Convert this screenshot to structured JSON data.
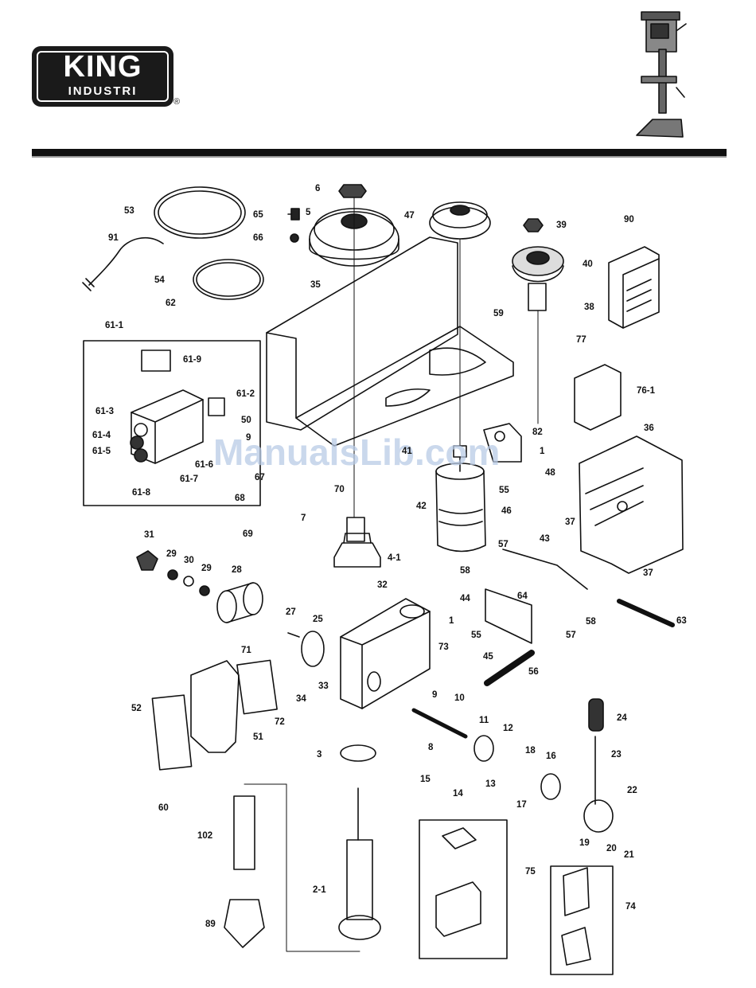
{
  "brand": {
    "line1": "KING",
    "line2": "INDUSTRI",
    "registered": "®"
  },
  "watermark": "ManualsLib.com",
  "parts": [
    {
      "id": "p6",
      "label": "6"
    },
    {
      "id": "p5",
      "label": "5"
    },
    {
      "id": "p65",
      "label": "65"
    },
    {
      "id": "p66",
      "label": "66"
    },
    {
      "id": "p53",
      "label": "53"
    },
    {
      "id": "p47",
      "label": "47"
    },
    {
      "id": "p39",
      "label": "39"
    },
    {
      "id": "p40",
      "label": "40"
    },
    {
      "id": "p90",
      "label": "90"
    },
    {
      "id": "p91",
      "label": "91"
    },
    {
      "id": "p54",
      "label": "54"
    },
    {
      "id": "p35",
      "label": "35"
    },
    {
      "id": "p38",
      "label": "38"
    },
    {
      "id": "p62",
      "label": "62"
    },
    {
      "id": "p59",
      "label": "59"
    },
    {
      "id": "p61-1",
      "label": "61-1"
    },
    {
      "id": "p61-9",
      "label": "61-9"
    },
    {
      "id": "p77",
      "label": "77"
    },
    {
      "id": "p76-1",
      "label": "76-1"
    },
    {
      "id": "p61-2",
      "label": "61-2"
    },
    {
      "id": "p61-3",
      "label": "61-3"
    },
    {
      "id": "p50",
      "label": "50"
    },
    {
      "id": "p82",
      "label": "82"
    },
    {
      "id": "p9a",
      "label": "9"
    },
    {
      "id": "p61-4",
      "label": "61-4"
    },
    {
      "id": "p41",
      "label": "41"
    },
    {
      "id": "p1a",
      "label": "1"
    },
    {
      "id": "p36",
      "label": "36"
    },
    {
      "id": "p61-5",
      "label": "61-5"
    },
    {
      "id": "p61-6",
      "label": "61-6"
    },
    {
      "id": "p61-7",
      "label": "61-7"
    },
    {
      "id": "p61-8",
      "label": "61-8"
    },
    {
      "id": "p70",
      "label": "70"
    },
    {
      "id": "p55a",
      "label": "55"
    },
    {
      "id": "p48",
      "label": "48"
    },
    {
      "id": "p67",
      "label": "67"
    },
    {
      "id": "p68",
      "label": "68"
    },
    {
      "id": "p46",
      "label": "46"
    },
    {
      "id": "p42",
      "label": "42"
    },
    {
      "id": "p69",
      "label": "69"
    },
    {
      "id": "p7",
      "label": "7"
    },
    {
      "id": "p37a",
      "label": "37"
    },
    {
      "id": "p31",
      "label": "31"
    },
    {
      "id": "p43",
      "label": "43"
    },
    {
      "id": "p57a",
      "label": "57"
    },
    {
      "id": "p4-1",
      "label": "4-1"
    },
    {
      "id": "p29a",
      "label": "29"
    },
    {
      "id": "p30",
      "label": "30"
    },
    {
      "id": "p29b",
      "label": "29"
    },
    {
      "id": "p28",
      "label": "28"
    },
    {
      "id": "p58a",
      "label": "58"
    },
    {
      "id": "p37b",
      "label": "37"
    },
    {
      "id": "p32",
      "label": "32"
    },
    {
      "id": "p44",
      "label": "44"
    },
    {
      "id": "p64",
      "label": "64"
    },
    {
      "id": "p27",
      "label": "27"
    },
    {
      "id": "p25",
      "label": "25"
    },
    {
      "id": "p1b",
      "label": "1"
    },
    {
      "id": "p63",
      "label": "63"
    },
    {
      "id": "p58b",
      "label": "58"
    },
    {
      "id": "p55b",
      "label": "55"
    },
    {
      "id": "p57b",
      "label": "57"
    },
    {
      "id": "p73",
      "label": "73"
    },
    {
      "id": "p71",
      "label": "71"
    },
    {
      "id": "p45",
      "label": "45"
    },
    {
      "id": "p56",
      "label": "56"
    },
    {
      "id": "p33",
      "label": "33"
    },
    {
      "id": "p34",
      "label": "34"
    },
    {
      "id": "p9b",
      "label": "9"
    },
    {
      "id": "p10",
      "label": "10"
    },
    {
      "id": "p52",
      "label": "52"
    },
    {
      "id": "p72",
      "label": "72"
    },
    {
      "id": "p51",
      "label": "51"
    },
    {
      "id": "p11",
      "label": "11"
    },
    {
      "id": "p12",
      "label": "12"
    },
    {
      "id": "p24",
      "label": "24"
    },
    {
      "id": "p8",
      "label": "8"
    },
    {
      "id": "p3",
      "label": "3"
    },
    {
      "id": "p18",
      "label": "18"
    },
    {
      "id": "p16",
      "label": "16"
    },
    {
      "id": "p23",
      "label": "23"
    },
    {
      "id": "p15",
      "label": "15"
    },
    {
      "id": "p14",
      "label": "14"
    },
    {
      "id": "p13",
      "label": "13"
    },
    {
      "id": "p60",
      "label": "60"
    },
    {
      "id": "p17",
      "label": "17"
    },
    {
      "id": "p22",
      "label": "22"
    },
    {
      "id": "p102",
      "label": "102"
    },
    {
      "id": "p75",
      "label": "75"
    },
    {
      "id": "p19",
      "label": "19"
    },
    {
      "id": "p20",
      "label": "20"
    },
    {
      "id": "p21",
      "label": "21"
    },
    {
      "id": "p74",
      "label": "74"
    },
    {
      "id": "p2-1",
      "label": "2-1"
    },
    {
      "id": "p89",
      "label": "89"
    }
  ]
}
